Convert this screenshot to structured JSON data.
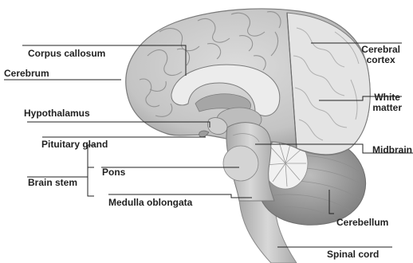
{
  "labels": {
    "corpus_callosum": "Corpus callosum",
    "cerebrum": "Cerebrum",
    "hypothalamus": "Hypothalamus",
    "pituitary_gland": "Pituitary gland",
    "pons": "Pons",
    "brain_stem": "Brain stem",
    "medulla_oblongata": "Medulla oblongata",
    "cerebral_cortex_line1": "Cerebral",
    "cerebral_cortex_line2": "cortex",
    "white_matter_line1": "White",
    "white_matter_line2": "matter",
    "midbrain": "Midbrain",
    "cerebellum": "Cerebellum",
    "spinal_cord": "Spinal cord"
  },
  "colors": {
    "brain_fill": "#cfcfcf",
    "brain_shade": "#b3b3b3",
    "cortex_light": "#e2e2e2",
    "stem_fill": "#c8c8c8",
    "cerebellum_fill": "#9e9e9e",
    "leader_line": "#222222",
    "text": "#222222"
  }
}
